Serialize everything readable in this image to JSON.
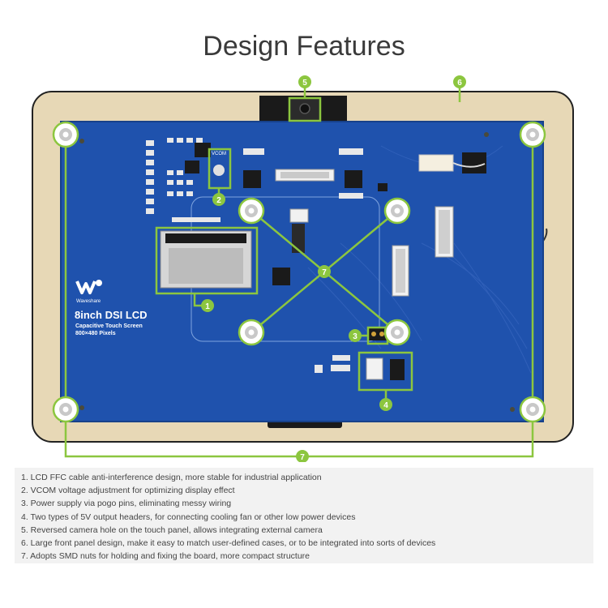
{
  "header": {
    "title": "Design Features"
  },
  "board": {
    "brand": "Waveshare",
    "product": "8inch DSI LCD",
    "subtitle": "Capacitive Touch Screen",
    "resolution": "800×480 Pixels",
    "vcom_label": "VCOM"
  },
  "callouts": {
    "c1": "1",
    "c2": "2",
    "c3": "3",
    "c4": "4",
    "c5": "5",
    "c6": "6",
    "c7a": "7",
    "c7b": "7"
  },
  "colors": {
    "accent": "#8cc63f",
    "board": "#1e4fa8",
    "frame": "#e5d6b5"
  },
  "features": [
    "1. LCD FFC cable anti-interference design, more stable for industrial application",
    "2. VCOM voltage adjustment for optimizing display effect",
    "3. Power supply via pogo pins, eliminating messy wiring",
    "4. Two types of 5V output headers, for connecting cooling fan or other low power devices",
    "5. Reversed camera hole on the touch panel, allows integrating external camera",
    "6. Large front panel design, make it easy to match user-defined cases, or to be integrated into sorts of devices",
    "7. Adopts SMD nuts for holding and fixing the board, more compact structure"
  ]
}
